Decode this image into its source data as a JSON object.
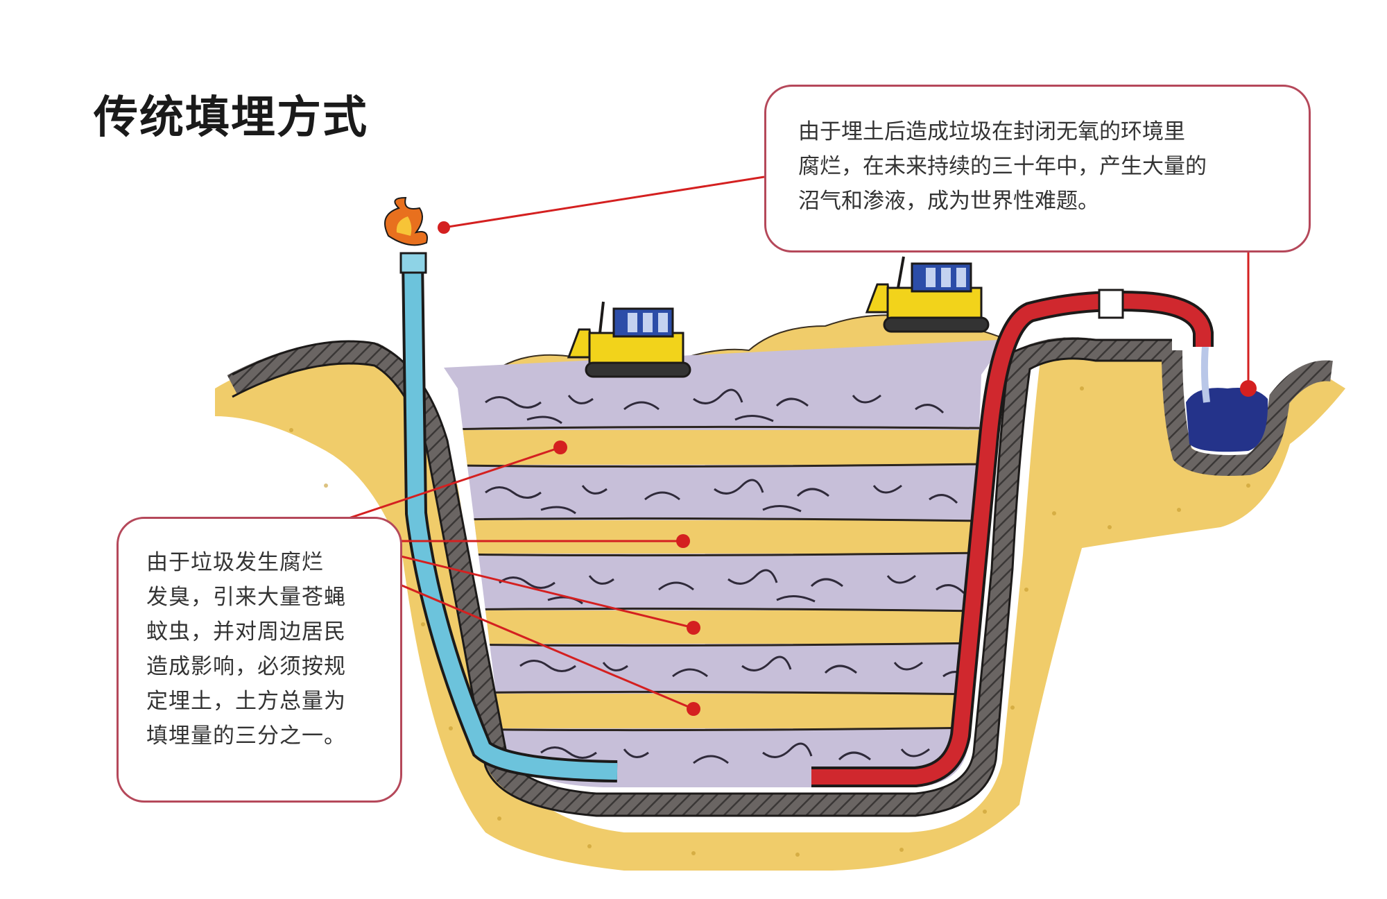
{
  "title": "传统填埋方式",
  "callouts": {
    "top": {
      "lines": [
        "由于埋土后造成垃圾在封闭无氧的环境里",
        "腐烂，在未来持续的三十年中，产生大量的",
        "沼气和渗液，成为世界性难题。"
      ]
    },
    "left": {
      "lines": [
        "由于垃圾发生腐烂",
        "发臭，引来大量苍蝇",
        "蚊虫，并对周边居民",
        "造成影响，必须按规",
        "定埋土，土方总量为",
        "填埋量的三分之一。"
      ]
    }
  },
  "colors": {
    "soil": "#f0cc6a",
    "garbage": "#c7bfd9",
    "liner": "#5e5a59",
    "gas_pipe": "#6cc3dc",
    "leachate_pipe": "#d0282e",
    "callout_border": "#b5485a",
    "marker": "#d42020",
    "bulldozer_body": "#f2d31b",
    "bulldozer_cab": "#2c4da8"
  }
}
